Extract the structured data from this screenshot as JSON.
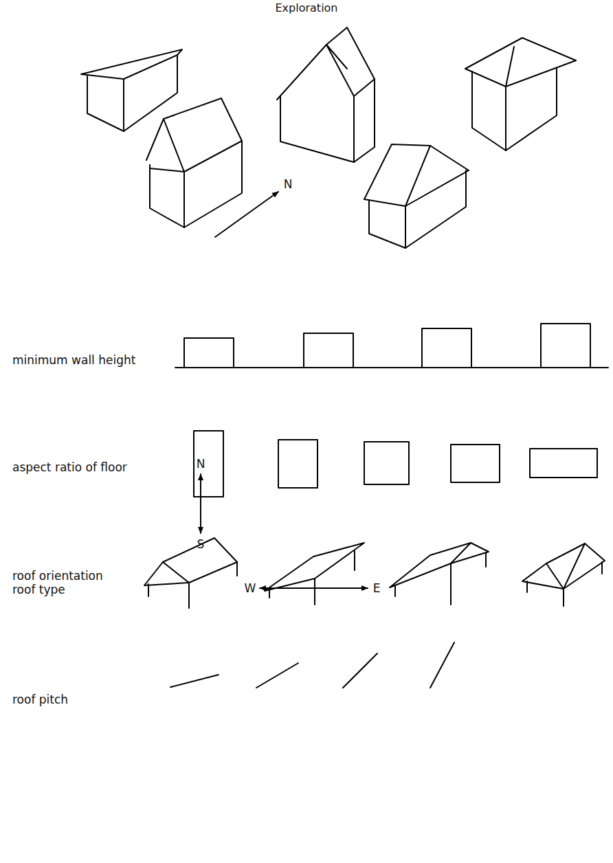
{
  "diagram": {
    "title": "Exploration",
    "labels": [
      "N",
      "minimum wall height",
      "aspect ratio of floor",
      "roof type",
      "roof orientation",
      "N",
      "S",
      "W",
      "E",
      "roof pitch"
    ]
  }
}
